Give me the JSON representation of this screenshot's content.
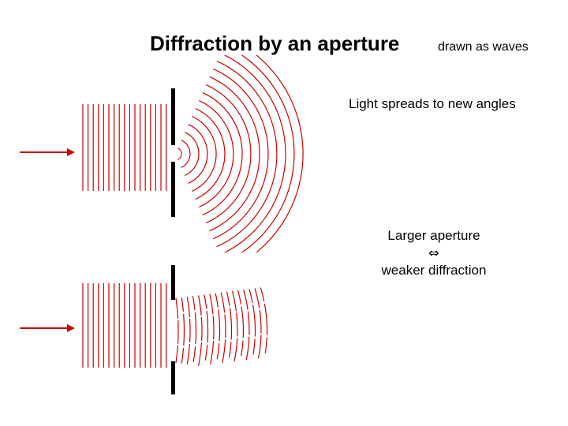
{
  "title": "Diffraction by an aperture",
  "subtitle": "drawn as waves",
  "annotation_spread": "Light spreads to new angles",
  "annotation_comparison": {
    "line1": "Larger aperture",
    "symbol": "⇔",
    "line2": "weaker diffraction"
  },
  "colors": {
    "wave": "#cc0000",
    "barrier": "#000000"
  },
  "panels": [
    {
      "name": "small-aperture",
      "description_icon": "incoming-arrow-icon"
    },
    {
      "name": "large-aperture",
      "description_icon": "incoming-arrow-icon"
    }
  ]
}
